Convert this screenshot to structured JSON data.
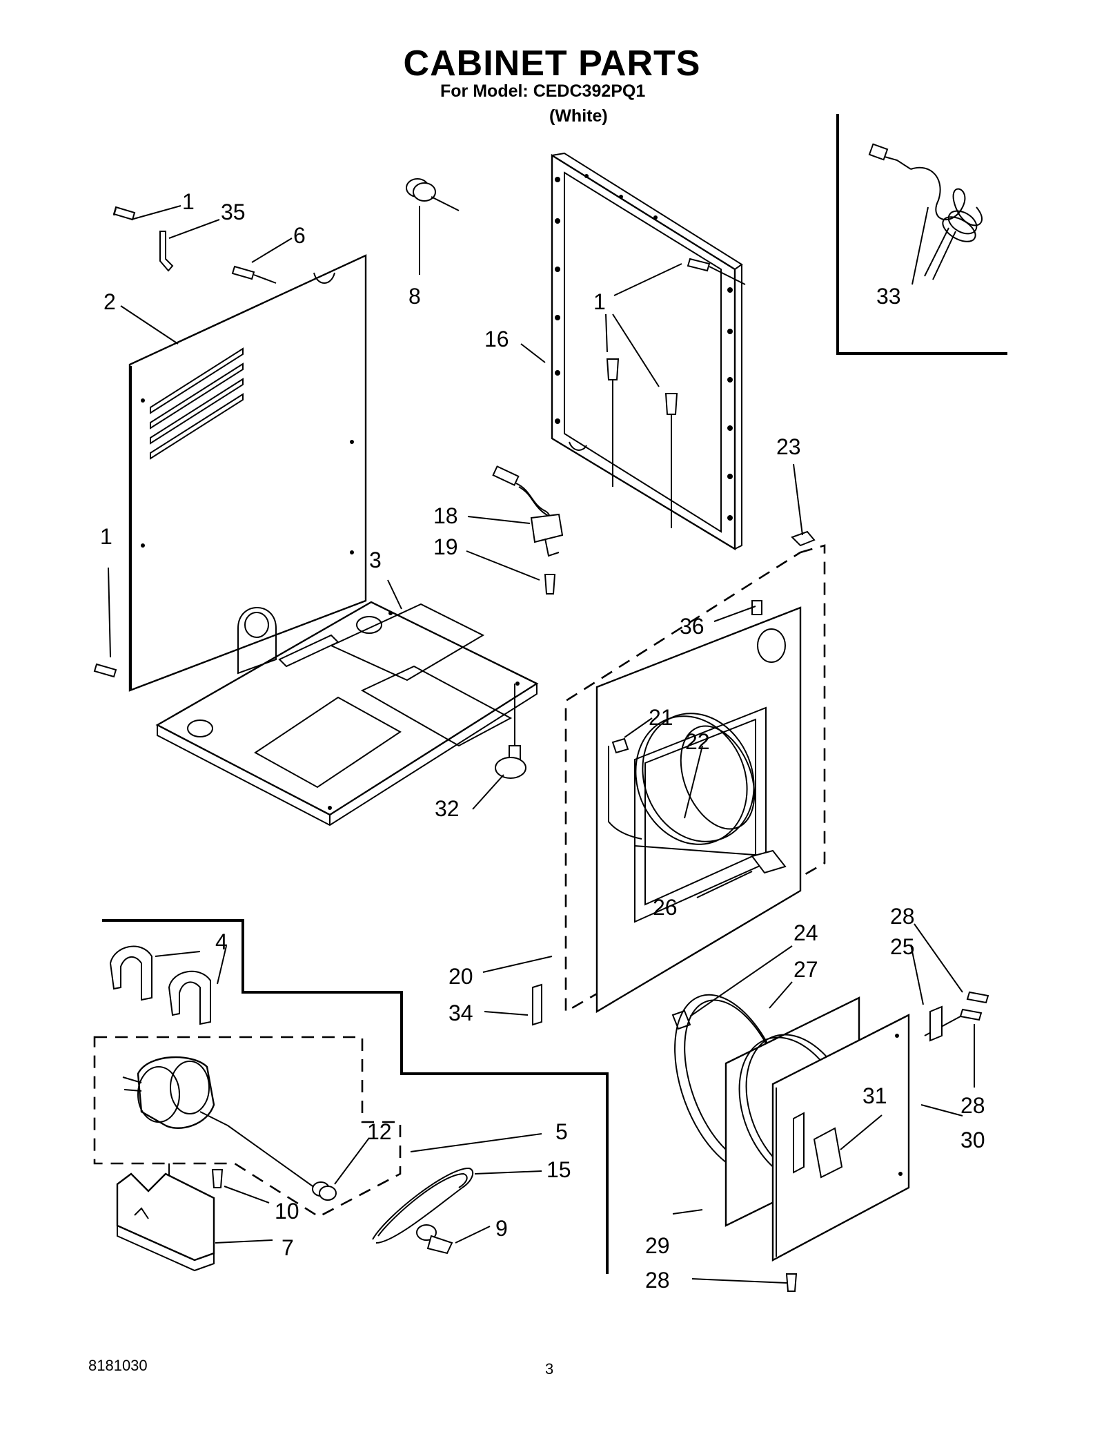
{
  "header": {
    "title": "CABINET PARTS",
    "model_line": "For Model: CEDC392PQ1",
    "color_line": "(White)"
  },
  "footer": {
    "doc_number": "8181030",
    "page_number": "3"
  },
  "callouts": [
    "1",
    "35",
    "6",
    "2",
    "8",
    "1",
    "16",
    "33",
    "1",
    "3",
    "18",
    "19",
    "23",
    "36",
    "21",
    "22",
    "32",
    "26",
    "4",
    "20",
    "34",
    "24",
    "27",
    "28",
    "25",
    "28",
    "31",
    "30",
    "12",
    "5",
    "15",
    "10",
    "7",
    "9",
    "29",
    "28"
  ],
  "colors": {
    "line": "#000000",
    "background": "#ffffff"
  }
}
